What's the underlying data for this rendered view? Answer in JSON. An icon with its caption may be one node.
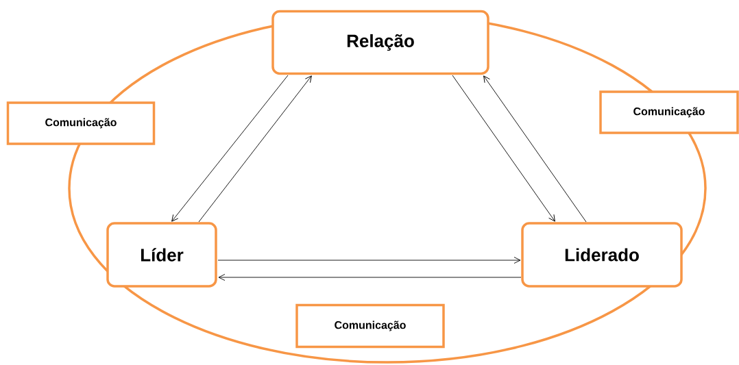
{
  "diagram": {
    "nodes": [
      {
        "text": [
          "Relação"
        ]
      },
      {
        "text": [
          "Líder"
        ]
      },
      {
        "text": [
          "Liderado"
        ]
      },
      {
        "text": [
          "Comunicação"
        ]
      },
      {
        "text": [
          "Comunicação"
        ]
      },
      {
        "text": [
          "Comunicação"
        ]
      }
    ],
    "edges": [
      {
        "from": 0,
        "to": 1,
        "arrow": "to"
      },
      {
        "from": 1,
        "to": 0,
        "arrow": "to"
      },
      {
        "from": 0,
        "to": 2,
        "arrow": "to"
      },
      {
        "from": 2,
        "to": 0,
        "arrow": "to"
      },
      {
        "from": 1,
        "to": 2,
        "arrow": "to"
      },
      {
        "from": 2,
        "to": 1,
        "arrow": "to"
      }
    ]
  }
}
